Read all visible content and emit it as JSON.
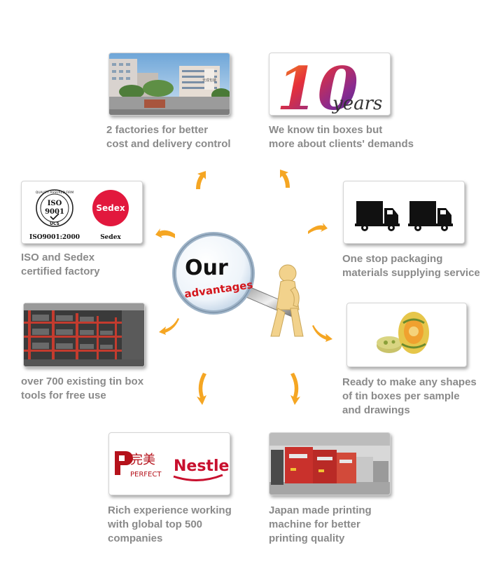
{
  "advantages": [
    {
      "line1": "2 factories for better",
      "line2": "cost and delivery control"
    },
    {
      "line1": "We know tin boxes but",
      "line2": "more about clients' demands"
    },
    {
      "line1": "ISO and Sedex",
      "line2": "certified factory"
    },
    {
      "line1": "One stop packaging",
      "line2": "materials supplying service"
    },
    {
      "line1": "over 700 existing tin box",
      "line2": "tools for free use"
    },
    {
      "line1": "Ready to make any shapes",
      "line2": "of tin boxes per sample",
      "line3": "and drawings"
    },
    {
      "line1": "Rich experience working",
      "line2": "with global top 500",
      "line3": "companies"
    },
    {
      "line1": "Japan made printing",
      "line2": "machine for better",
      "line3": "printing quality"
    }
  ],
  "center": {
    "our": "Our",
    "advantages": "advantages"
  },
  "years_card": {
    "number": "10",
    "unit": "years"
  },
  "iso_card": {
    "ring_text": "QUALITY ASSURED FIRM",
    "iso": "ISO",
    "number": "9001",
    "ucs": "UCS",
    "caption": "ISO9001:2000",
    "sedex_logo": "Sedex",
    "sedex_caption": "Sedex"
  },
  "clients_card": {
    "chinese": "完美",
    "perfect": "PERFECT",
    "nestle": "Nestle"
  },
  "factory_sign": "天成包装",
  "colors": {
    "caption": "#8a8a8a",
    "arrow": "#f5a623",
    "years_red": "#c2185b",
    "nestle_red": "#c8102e",
    "sedex_red": "#e2183d"
  }
}
